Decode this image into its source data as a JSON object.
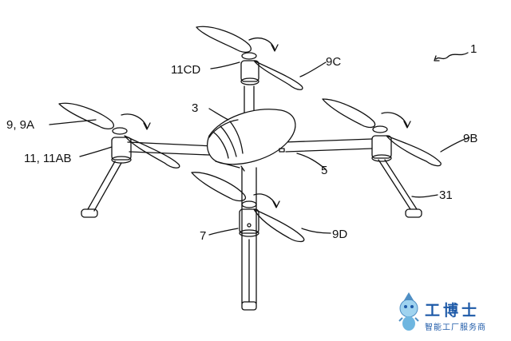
{
  "labels": {
    "overall": "1",
    "body": "3",
    "arm": "5",
    "front_motor": "7",
    "left_prop": "9, 9A",
    "right_prop": "9B",
    "top_prop": "9C",
    "front_prop": "9D",
    "left_motor": "11, 11AB",
    "top_motor": "11CD",
    "leg": "31"
  },
  "watermark": {
    "brand": "工博士",
    "tagline": "智能工厂服务商"
  }
}
